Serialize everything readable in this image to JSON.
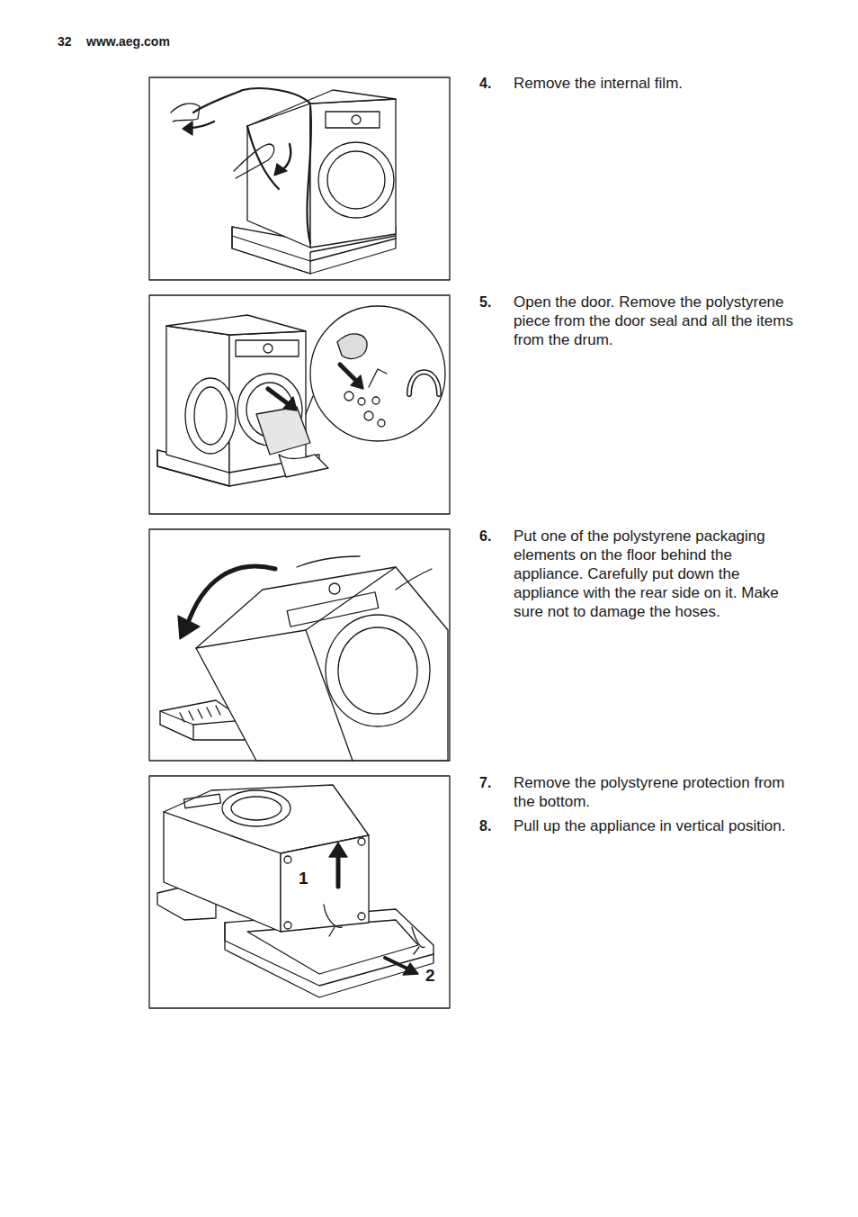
{
  "diagram": {
    "labels": [
      "32",
      "www.aeg.com",
      "4.",
      "Remove the internal film.",
      "5.",
      "Open the door. Remove the polystyrene piece from the door seal and all the items from the drum.",
      "6.",
      "Put one of the polystyrene packaging elements on the floor behind the appliance. Carefully put down the appliance with the rear side on it. Make sure not to damage the hoses.",
      "7.",
      "Remove the polystyrene protection from the bottom.",
      "8.",
      "Pull up the appliance in vertical position.",
      "1",
      "2"
    ]
  }
}
